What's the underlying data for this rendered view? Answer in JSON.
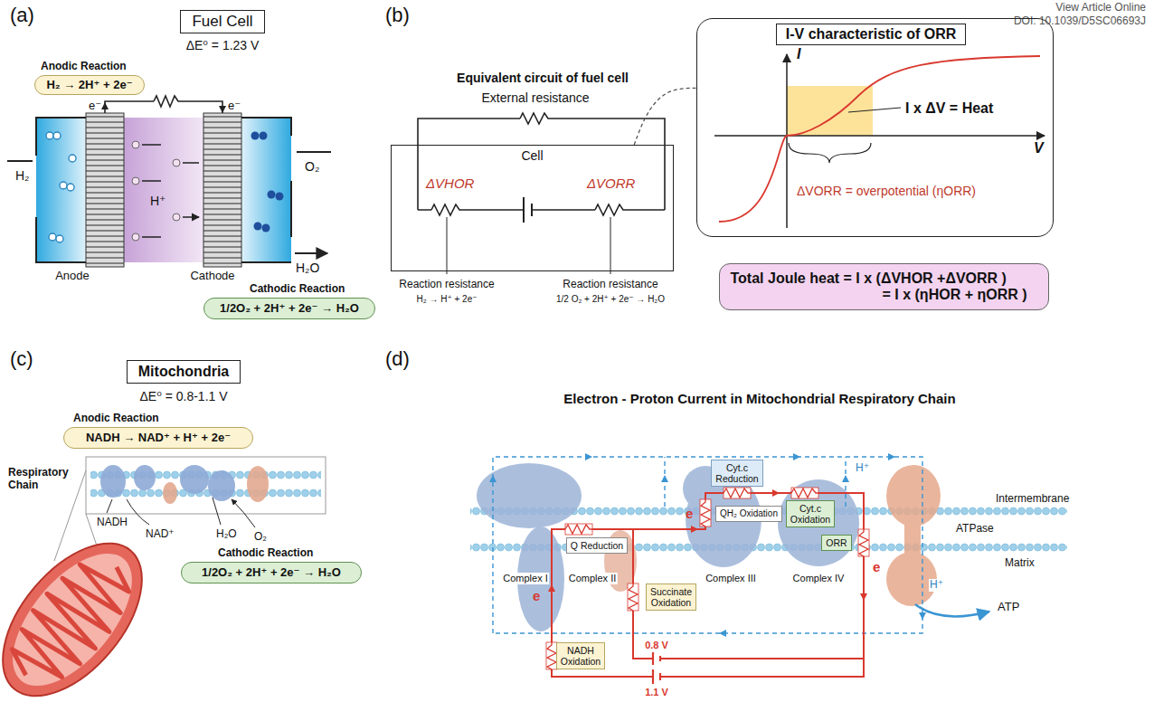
{
  "diagram": {
    "nodes": [
      {
        "text": [
          "Fuel Cell"
        ]
      },
      {
        "text": [
          "Anodic Reaction",
          "H₂ → 2H⁺ + 2e⁻"
        ]
      },
      {
        "text": [
          "Cathodic Reaction",
          "1/2O₂ + 2H⁺ + 2e⁻ → H₂O"
        ]
      },
      {
        "text": [
          "Cell"
        ]
      },
      {
        "text": [
          "I",
          "V",
          "I x ΔV = Heat",
          "ΔVORR = overpotential (ηORR)"
        ]
      },
      {
        "text": [
          "I-V characteristic of ORR"
        ],
        "in": 4
      },
      {
        "text": [
          "Total Joule heat = I x (ΔVHOR +ΔVORR )",
          "= I x (ηHOR + ηORR )"
        ]
      },
      {
        "text": [
          "Mitochondria"
        ]
      },
      {
        "text": [
          "Anodic Reaction",
          "NADH → NAD⁺ + H⁺ + 2e⁻"
        ]
      },
      {
        "text": [
          "Cathodic Reaction",
          "1/2O₂ + 2H⁺ + 2e⁻ → H₂O"
        ]
      },
      {
        "text": [
          "Cyt.c Reduction"
        ]
      },
      {
        "text": [
          "Q Reduction"
        ]
      },
      {
        "text": [
          "QH₂ Oxidation"
        ]
      },
      {
        "text": [
          "Cyt.c Oxidation"
        ]
      },
      {
        "text": [
          "ORR"
        ]
      },
      {
        "text": [
          "NADH Oxidation"
        ]
      },
      {
        "text": [
          "Succinate Oxidation"
        ]
      }
    ],
    "edges": [
      {
        "from": 3,
        "to": 4,
        "arrow": "none"
      }
    ],
    "labels": [
      "View Article Online",
      "DOI: 10.1039/D5SC06693J",
      "(a)",
      "ΔE⁰ = 1.23 V",
      "e⁻",
      "e⁻",
      "H₂",
      "H⁺",
      "O₂",
      "H₂O",
      "Anode",
      "Cathode",
      "(b)",
      "Equivalent circuit of fuel cell",
      "External resistance",
      "ΔVHOR",
      "ΔVORR",
      "Reaction resistance",
      "H₂ → H⁺ + 2e⁻",
      "Reaction resistance",
      "1/2 O₂ + 2H⁺ + 2e⁻ → H₂O",
      "(c)",
      "ΔE⁰ = 0.8-1.1 V",
      "Respiratory Chain",
      "NADH",
      "NAD⁺",
      "H₂O",
      "O₂",
      "(d)",
      "Electron - Proton Current in Mitochondrial Respiratory Chain",
      "H⁺",
      "Intermembrane",
      "ATPase",
      "Matrix",
      "e",
      "e",
      "Complex I",
      "Complex II",
      "Complex III",
      "Complex IV",
      "e",
      "H⁺",
      "ATP",
      "0.8 V",
      "1.1 V"
    ]
  }
}
